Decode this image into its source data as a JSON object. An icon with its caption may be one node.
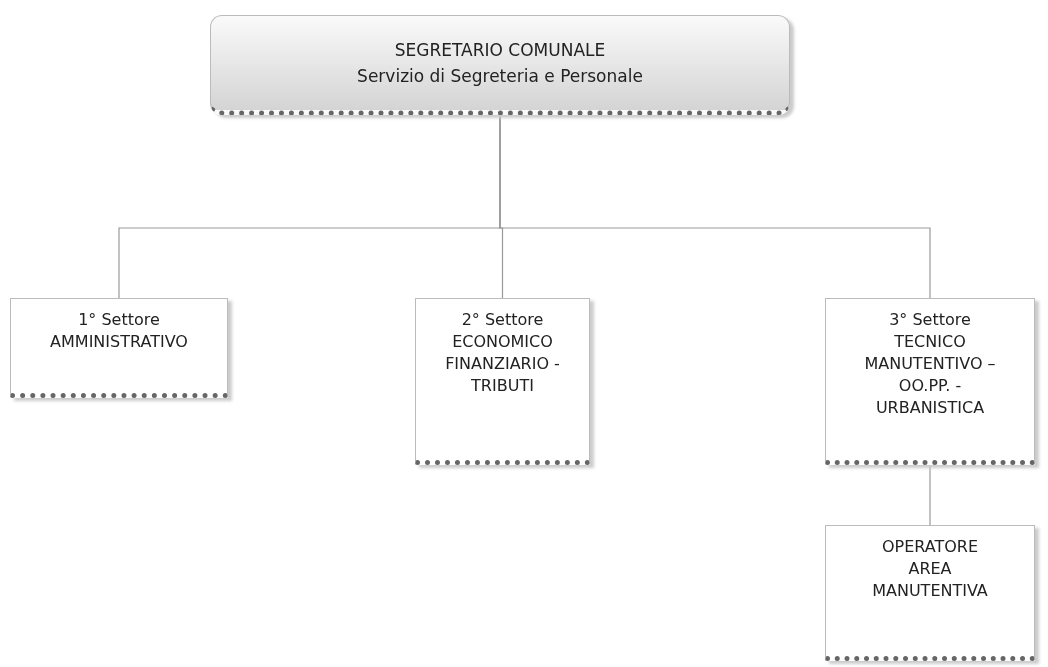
{
  "diagram": {
    "nodes": [
      {
        "text": [
          "SEGRETARIO COMUNALE",
          "Servizio di Segreteria e Personale"
        ]
      },
      {
        "text": [
          "1° Settore",
          "AMMINISTRATIVO"
        ]
      },
      {
        "text": [
          "2° Settore",
          "ECONOMICO FINANZIARIO - TRIBUTI"
        ]
      },
      {
        "text": [
          "3° Settore",
          "TECNICO MANUTENTIVO – OO.PP. - URBANISTICA"
        ]
      },
      {
        "text": [
          "OPERATORE AREA MANUTENTIVA"
        ]
      }
    ],
    "edges": [
      {
        "from": 0,
        "to": 1,
        "arrow": "none"
      },
      {
        "from": 0,
        "to": 2,
        "arrow": "none"
      },
      {
        "from": 0,
        "to": 3,
        "arrow": "none"
      },
      {
        "from": 3,
        "to": 4,
        "arrow": "none"
      }
    ]
  }
}
